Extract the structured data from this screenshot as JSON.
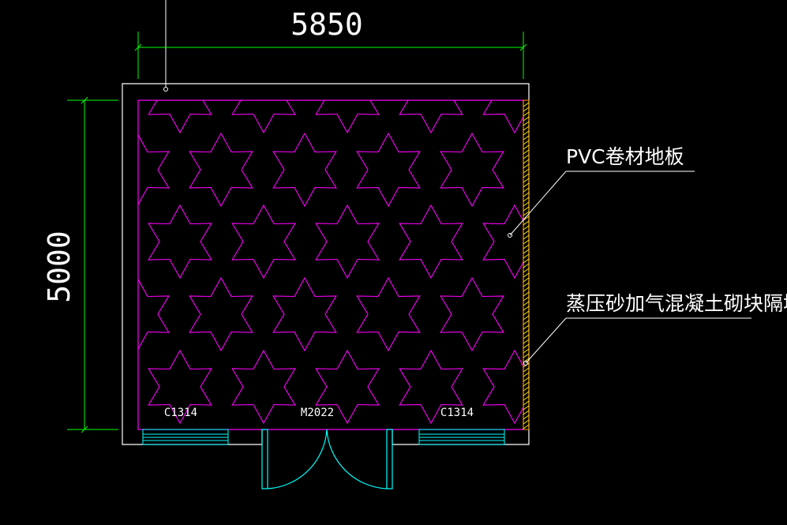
{
  "dimensions": {
    "width_value": "5850",
    "height_value": "5000"
  },
  "callouts": {
    "floor_label": "PVC卷材地板",
    "wall_label": "蒸压砂加气混凝土砌块隔墙"
  },
  "openings": {
    "window_left": "C1314",
    "door": "M2022",
    "window_right": "C1314"
  },
  "colors": {
    "background": "#000000",
    "wall": "#ffffff",
    "pattern": "#ff00ff",
    "dimension": "#00ff00",
    "opening": "#00ffff",
    "hatch": "#ffff00",
    "text": "#ffffff"
  }
}
